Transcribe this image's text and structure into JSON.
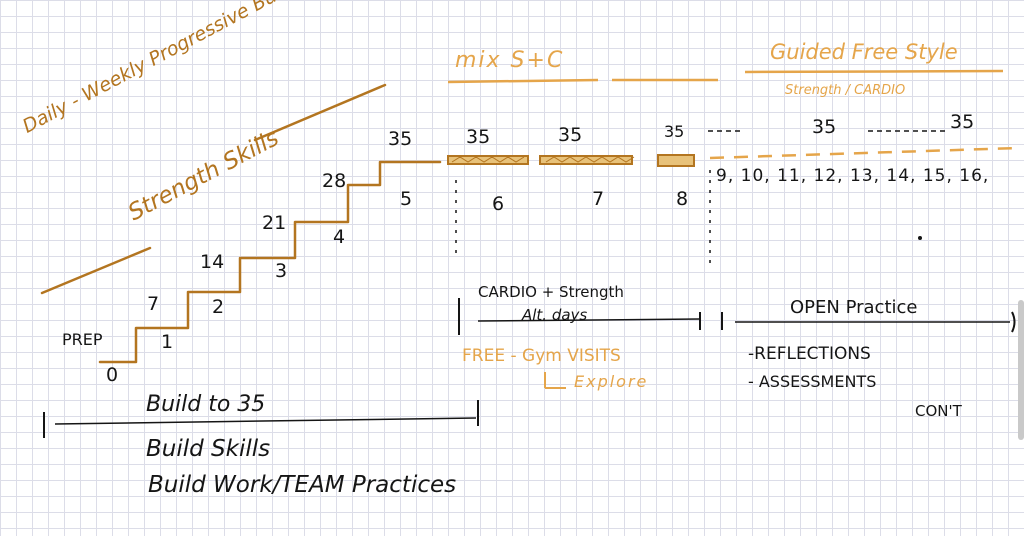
{
  "diagonal": {
    "title": "Daily - Weekly Progressive Build",
    "subtitle": "Strength Skills"
  },
  "steps": {
    "weeks": [
      "0",
      "1",
      "2",
      "3",
      "4",
      "5"
    ],
    "weeks_label": "PREP",
    "minutes": [
      "7",
      "14",
      "21",
      "28",
      "35"
    ]
  },
  "mix": {
    "heading": "mix S+C",
    "minutes": [
      "35",
      "35",
      "35"
    ],
    "weeks": [
      "6",
      "7",
      "8"
    ],
    "note_line1": "CARDIO + Strength",
    "note_line2": "Alt. days",
    "free_line1": "FREE - Gym VISITS",
    "free_line2": "Explore"
  },
  "guided": {
    "heading": "Guided Free Style",
    "sub": "Strength / CARDIO",
    "minutes_mid": "35",
    "minutes_end": "35",
    "weeks": "9, 10, 11, 12, 13, 14, 15, 16,",
    "open_label": "OPEN Practice",
    "items": [
      "REFLECTIONS",
      "ASSESSMENTS"
    ],
    "cont": "CON'T"
  },
  "bottom": {
    "span_label": "Build to 35",
    "line1": "Build Skills",
    "line2": "Build Work/TEAM Practices"
  },
  "colors": {
    "ink": "#151515",
    "orange": "#e5a54a",
    "brown": "#b37520",
    "grid": "#dcdde8"
  }
}
